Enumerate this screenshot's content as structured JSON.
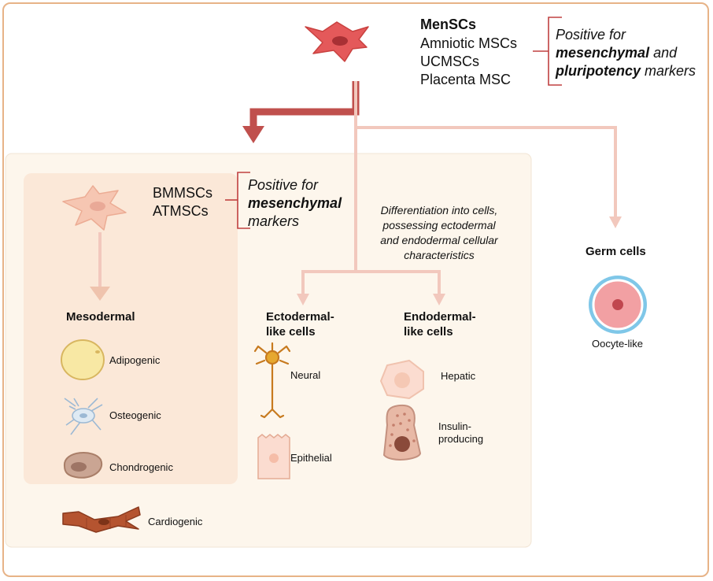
{
  "top": {
    "title": "MenSCs",
    "sources": [
      "Amniotic MSCs",
      "UCMSCs",
      "Placenta MSC"
    ],
    "note": {
      "line1": "Positive for",
      "line2_bold": "mesenchymal",
      "line2_rest": " and",
      "line3_bold": "pluripotency",
      "line3_rest": " markers"
    }
  },
  "mid": {
    "sources": [
      "BMMSCs",
      "ATMSCs"
    ],
    "note": {
      "line1": "Positive for",
      "line2_bold": "mesenchymal",
      "line3": "markers"
    }
  },
  "differentiation_note": [
    "Differentiation into cells,",
    "possessing ectodermal",
    "and endodermal cellular",
    "characteristics"
  ],
  "mesodermal": {
    "title": "Mesodermal",
    "items": [
      "Adipogenic",
      "Osteogenic",
      "Chondrogenic",
      "Cardiogenic"
    ]
  },
  "ectodermal": {
    "title": [
      "Ectodermal-",
      "like cells"
    ],
    "items": [
      "Neural",
      "Epithelial"
    ]
  },
  "endodermal": {
    "title": [
      "Endodermal-",
      "like cells"
    ],
    "items": [
      "Hepatic"
    ],
    "insulin": [
      "Insulin-",
      "producing"
    ]
  },
  "germ": {
    "title": "Germ cells",
    "item": "Oocyte-like"
  },
  "colors": {
    "arrow_dark": "#c0504d",
    "arrow_light": "#f2c8bd",
    "panel_outer": "#fdf6ec",
    "panel_inner": "#fbe8d8",
    "bracket": "#c04040"
  }
}
